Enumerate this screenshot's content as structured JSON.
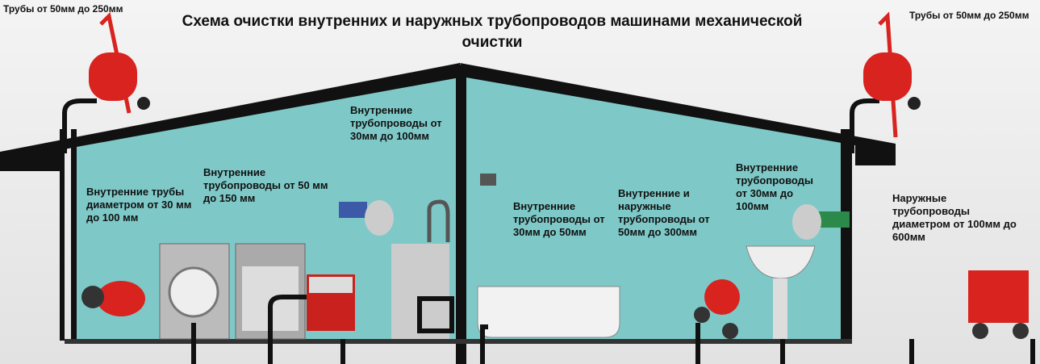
{
  "title": "Схема очистки внутренних и наружных трубопроводов машинами механической очистки",
  "corner_labels": {
    "left": "Трубы от 50мм до 250мм",
    "right": "Трубы от 50мм до 250мм"
  },
  "labels": {
    "l1": "Внутренние трубы диаметром от 30 мм до 100 мм",
    "l2": "Внутренние трубопроводы от 50 мм до 150 мм",
    "l3": "Внутренние трубопроводы от 30мм до 100мм",
    "l4": "Внутренние трубопроводы от 30мм до 50мм",
    "l5": "Внутренние и наружные трубопроводы от 50мм до 300мм",
    "l6": "Внутренние трубопроводы от 30мм до 100мм",
    "l7": "Наружные трубопроводы диаметром от 100мм до 600мм"
  },
  "colors": {
    "wall_fill": "#7ec9c8",
    "machine": "#d8231f",
    "structure": "#111111"
  }
}
